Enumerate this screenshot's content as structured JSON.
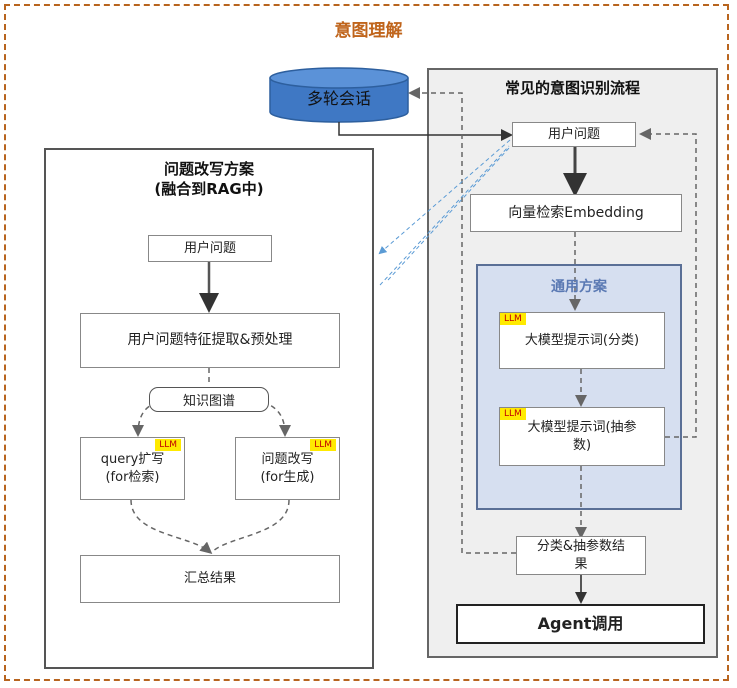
{
  "diagram": {
    "title": "意图理解",
    "database": {
      "label": "多轮会话"
    },
    "left_panel": {
      "title_line1": "问题改写方案",
      "title_line2": "(融合到RAG中)",
      "user_question": "用户问题",
      "feature_extract": "用户问题特征提取&预处理",
      "knowledge_graph": "知识图谱",
      "query_expand": {
        "tag": "LLM",
        "line1": "query扩写",
        "line2": "(for检索)"
      },
      "question_rewrite": {
        "tag": "LLM",
        "line1": "问题改写",
        "line2": "(for生成)"
      },
      "summary": "汇总结果"
    },
    "right_panel": {
      "title": "常见的意图识别流程",
      "user_question": "用户问题",
      "vector_search": "向量检索Embedding",
      "general_solution": {
        "title": "通用方案",
        "classify_prompt": {
          "tag": "LLM",
          "text": "大模型提示词(分类)"
        },
        "param_prompt": {
          "tag": "LLM",
          "line1": "大模型提示词(抽参",
          "line2": "数)"
        }
      },
      "result": {
        "line1": "分类&抽参数结",
        "line2": "果"
      },
      "agent_call": "Agent调用"
    },
    "colors": {
      "frame": "#b8641e",
      "title": "#c0651c",
      "database": "#3f78c4",
      "inner_panel": "#d6dff0",
      "llm_tag": "#ffea00",
      "llm_text": "#c00000",
      "link": "#5b9bd5"
    }
  }
}
